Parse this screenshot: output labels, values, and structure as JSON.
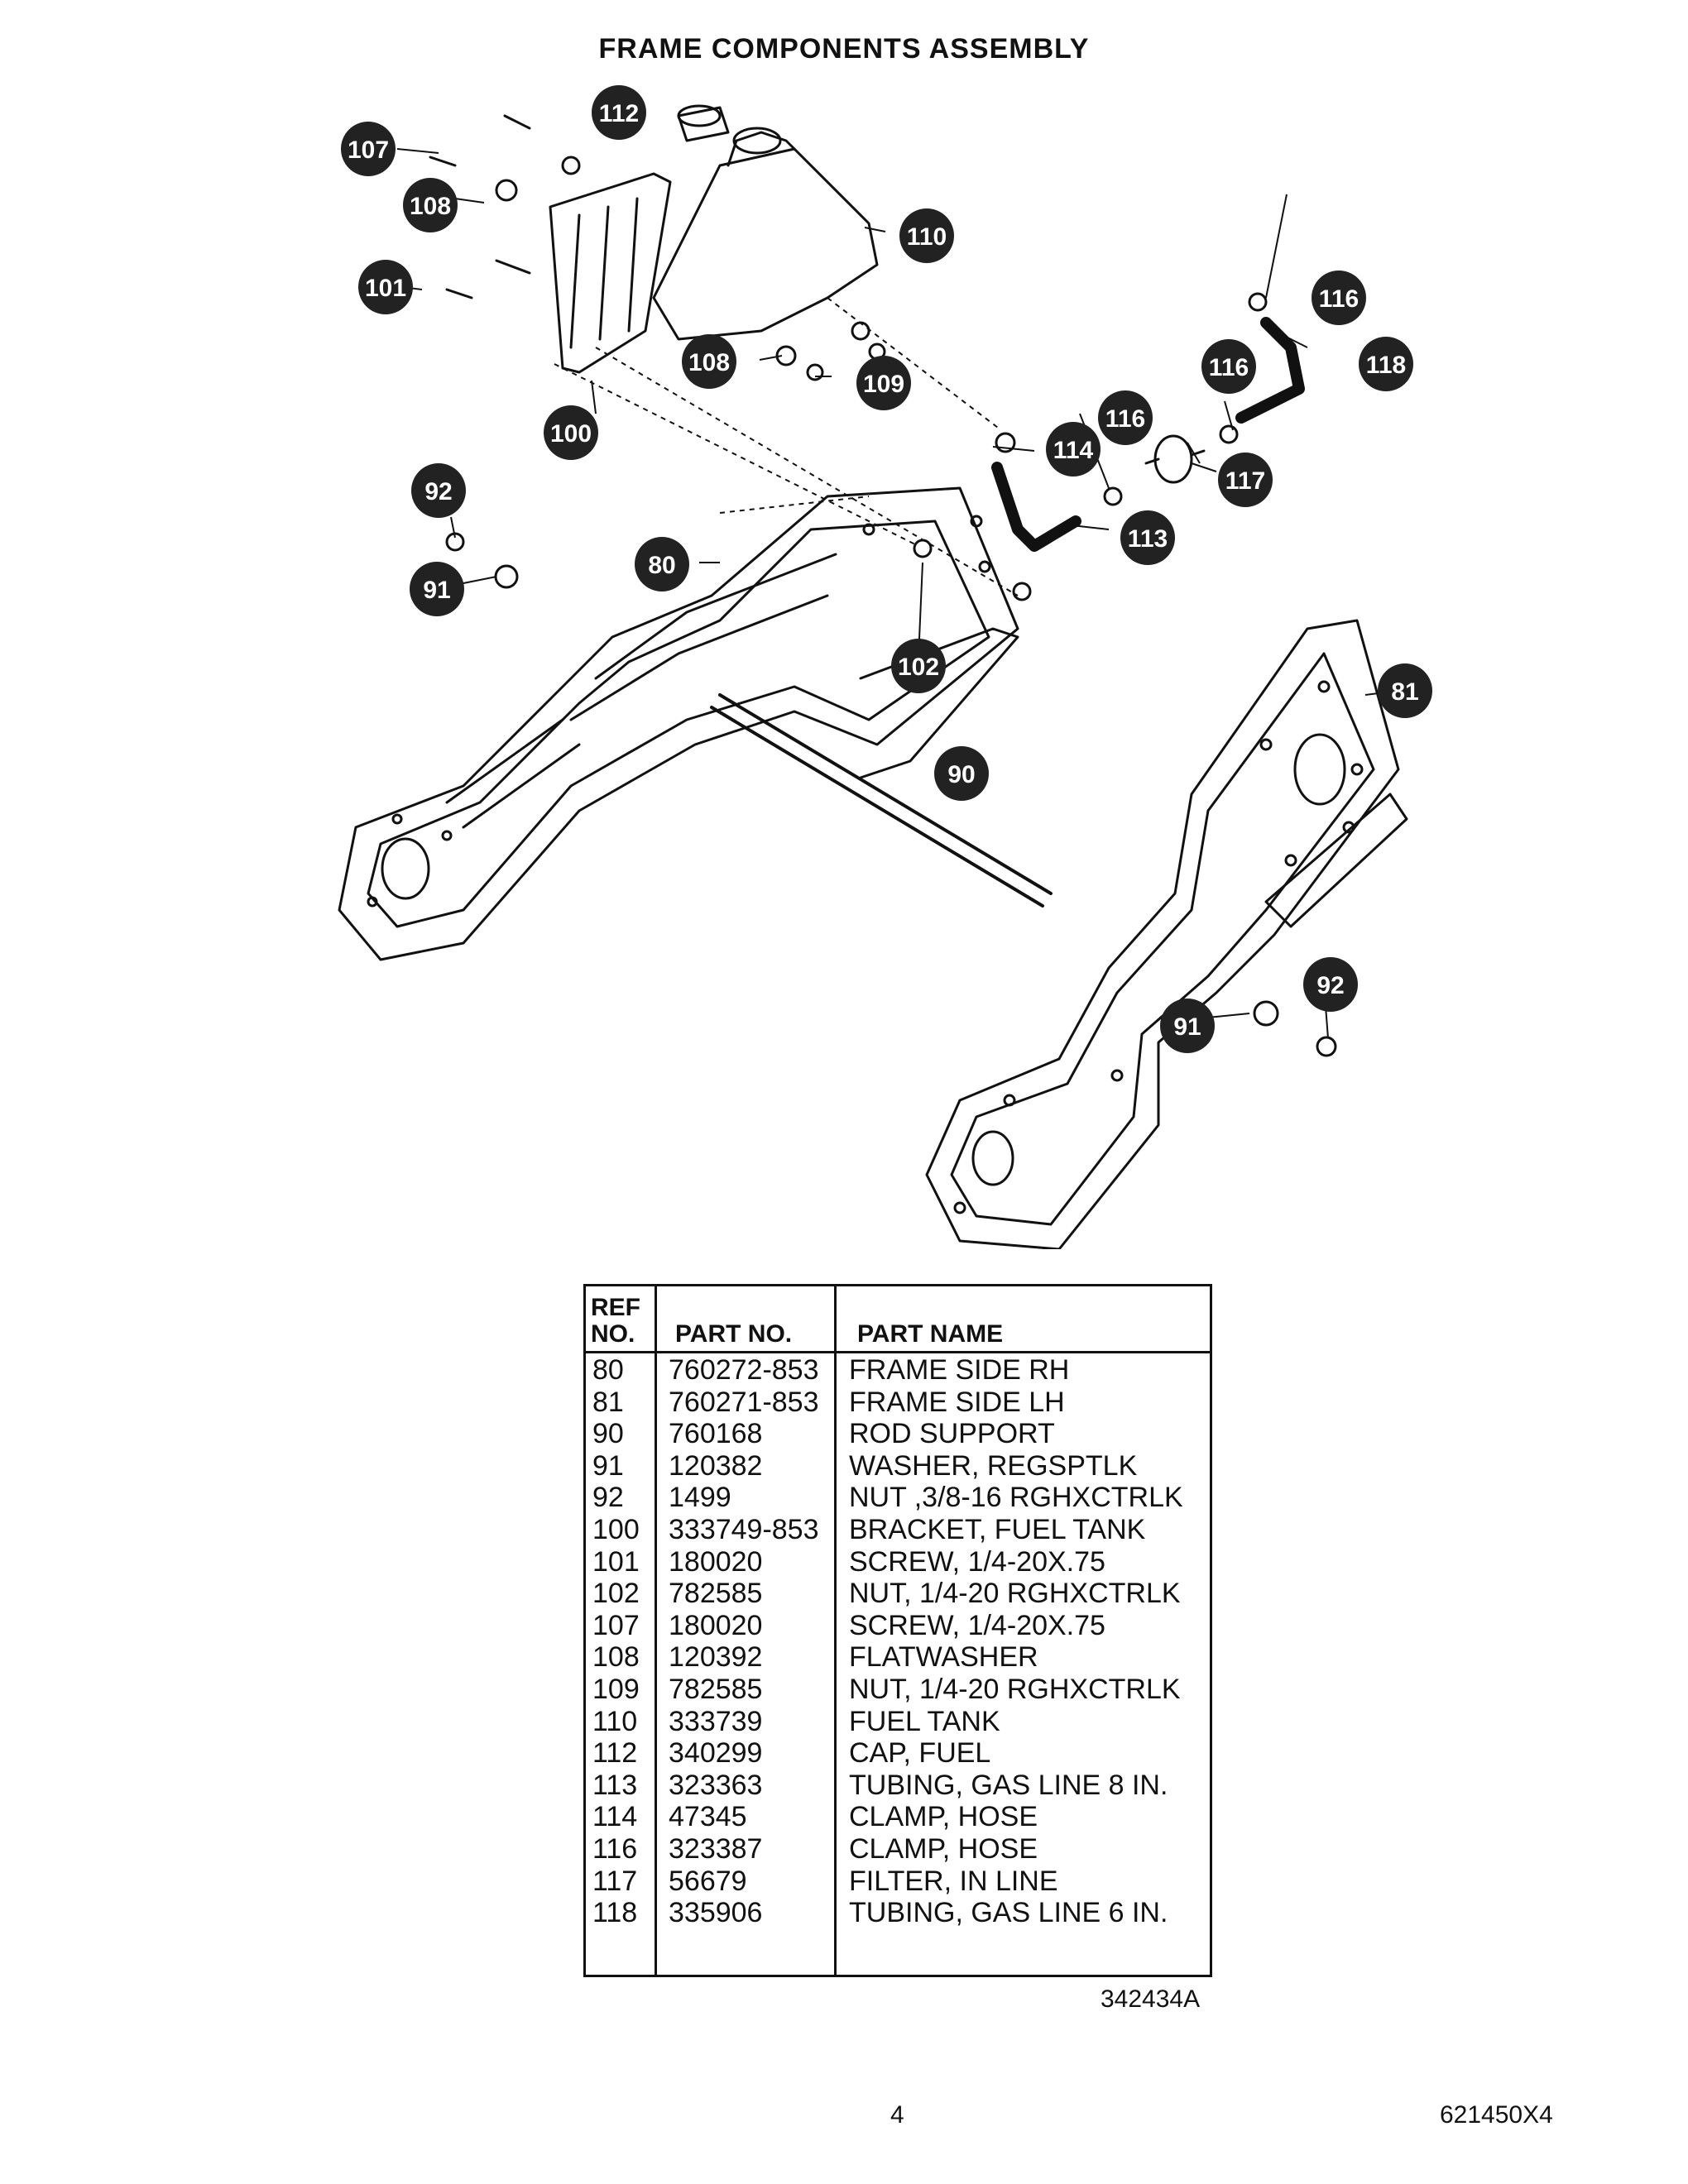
{
  "page": {
    "title": "FRAME COMPONENTS ASSEMBLY",
    "drawing_number": "342434A",
    "page_number": "4",
    "document_code": "621450X4"
  },
  "callouts": {
    "c112": "112",
    "c107": "107",
    "c108a": "108",
    "c110": "110",
    "c101": "101",
    "c116a": "116",
    "c108b": "108",
    "c109": "109",
    "c116b": "116",
    "c118": "118",
    "c100": "100",
    "c114": "114",
    "c116c": "116",
    "c117": "117",
    "c92a": "92",
    "c113": "113",
    "c80": "80",
    "c91a": "91",
    "c102": "102",
    "c81": "81",
    "c90": "90",
    "c92b": "92",
    "c91b": "91"
  },
  "table": {
    "headers": {
      "ref_line1": "REF",
      "ref_line2": "NO.",
      "part_no": "PART NO.",
      "part_name": "PART NAME"
    },
    "rows": [
      {
        "ref": "80",
        "part": "760272-853",
        "name": "FRAME SIDE RH"
      },
      {
        "ref": "81",
        "part": "760271-853",
        "name": "FRAME SIDE LH"
      },
      {
        "ref": "90",
        "part": "760168",
        "name": "ROD SUPPORT"
      },
      {
        "ref": "91",
        "part": "120382",
        "name": "WASHER, REGSPTLK"
      },
      {
        "ref": "92",
        "part": "1499",
        "name": "NUT ,3/8-16 RGHXCTRLK"
      },
      {
        "ref": "100",
        "part": "333749-853",
        "name": "BRACKET, FUEL TANK"
      },
      {
        "ref": "101",
        "part": "180020",
        "name": "SCREW, 1/4-20X.75"
      },
      {
        "ref": "102",
        "part": "782585",
        "name": "NUT, 1/4-20 RGHXCTRLK"
      },
      {
        "ref": "107",
        "part": "180020",
        "name": "SCREW, 1/4-20X.75"
      },
      {
        "ref": "108",
        "part": "120392",
        "name": "FLATWASHER"
      },
      {
        "ref": "109",
        "part": "782585",
        "name": "NUT, 1/4-20 RGHXCTRLK"
      },
      {
        "ref": "110",
        "part": "333739",
        "name": "FUEL TANK"
      },
      {
        "ref": "112",
        "part": "340299",
        "name": "CAP, FUEL"
      },
      {
        "ref": "113",
        "part": "323363",
        "name": "TUBING, GAS LINE 8 IN."
      },
      {
        "ref": "114",
        "part": "47345",
        "name": "CLAMP, HOSE"
      },
      {
        "ref": "116",
        "part": "323387",
        "name": "CLAMP, HOSE"
      },
      {
        "ref": "117",
        "part": "56679",
        "name": "FILTER, IN LINE"
      },
      {
        "ref": "118",
        "part": "335906",
        "name": "TUBING, GAS LINE 6 IN."
      }
    ]
  }
}
